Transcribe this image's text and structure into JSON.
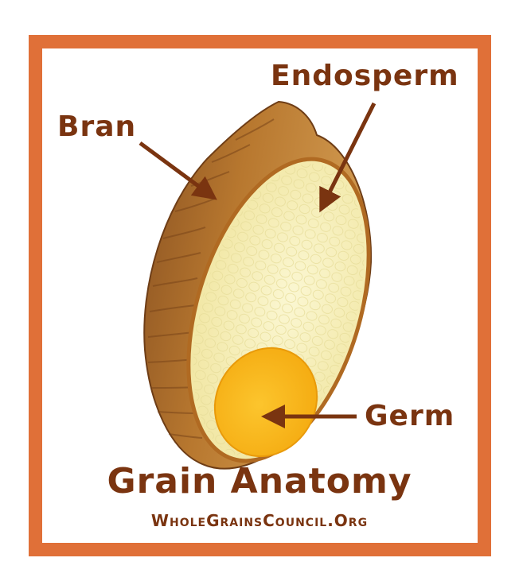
{
  "labels": {
    "endosperm": "Endosperm",
    "bran": "Bran",
    "germ": "Germ"
  },
  "title": "Grain Anatomy",
  "website": "WholeGrainsCouncil.Org",
  "colors": {
    "frame": "#e07038",
    "text": "#7a3410",
    "bran": "#b5732e",
    "endosperm": "#f8f2bf",
    "germ": "#fbb91f"
  }
}
